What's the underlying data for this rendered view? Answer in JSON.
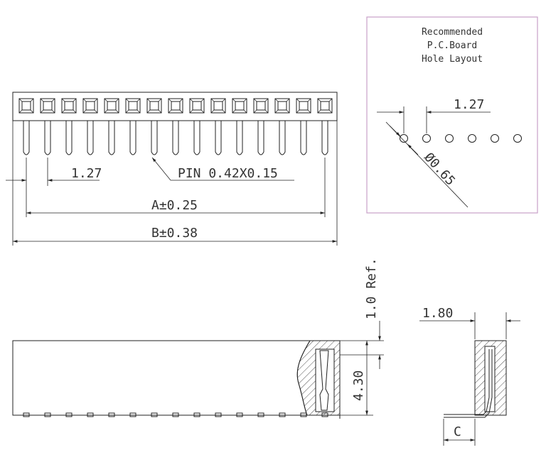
{
  "drawing": {
    "pitch_label": "1.27",
    "pin_label": "PIN 0.42X0.15",
    "dim_a_label": "A±0.25",
    "dim_b_label": "B±0.38",
    "height_ref_label": "1.0 Ref.",
    "height_label": "4.30",
    "side_width_label": "1.80",
    "side_c_label": "C"
  },
  "pcb_layout": {
    "title_line1": "Recommended",
    "title_line2": "P.C.Board",
    "title_line3": "Hole Layout",
    "pitch_label": "1.27",
    "hole_label": "Ø0.65",
    "border_color": "#c8a0c8"
  }
}
